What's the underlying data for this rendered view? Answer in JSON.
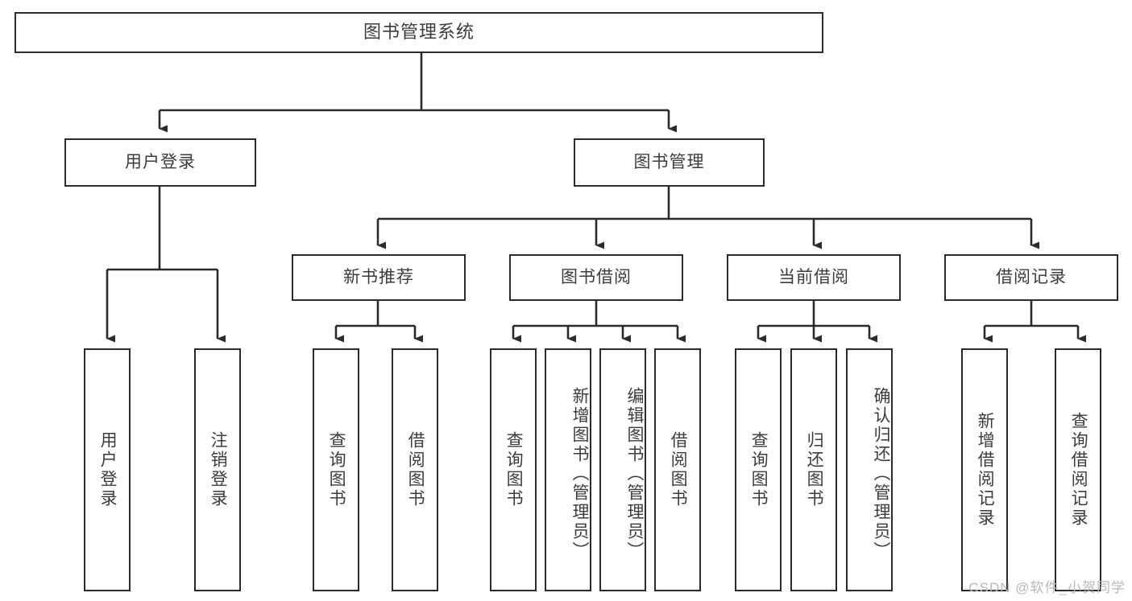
{
  "diagram": {
    "title": "图书管理系统",
    "type": "tree-hierarchy",
    "root": {
      "label": "图书管理系统"
    },
    "level2": [
      {
        "label": "用户登录"
      },
      {
        "label": "图书管理"
      }
    ],
    "level3": [
      {
        "label": "新书推荐"
      },
      {
        "label": "图书借阅"
      },
      {
        "label": "当前借阅"
      },
      {
        "label": "借阅记录"
      }
    ],
    "leaves": {
      "user_login": [
        {
          "label": "用户登录"
        },
        {
          "label": "注销登录"
        }
      ],
      "new_book_recommend": [
        {
          "label": "查询图书"
        },
        {
          "label": "借阅图书"
        }
      ],
      "book_borrow": [
        {
          "label": "查询图书"
        },
        {
          "label": "新增图书（管理员）"
        },
        {
          "label": "编辑图书（管理员）"
        },
        {
          "label": "借阅图书"
        }
      ],
      "current_borrow": [
        {
          "label": "查询图书"
        },
        {
          "label": "归还图书"
        },
        {
          "label": "确认归还（管理员）"
        }
      ],
      "borrow_record": [
        {
          "label": "新增借阅记录"
        },
        {
          "label": "查询借阅记录"
        }
      ]
    }
  },
  "watermark": {
    "text": "CSDN @软件_小贺同学"
  },
  "colors": {
    "line": "#2b2b2b",
    "box_fill": "#ffffff",
    "text": "#3c3c3c",
    "watermark": "#b9b9b9"
  }
}
